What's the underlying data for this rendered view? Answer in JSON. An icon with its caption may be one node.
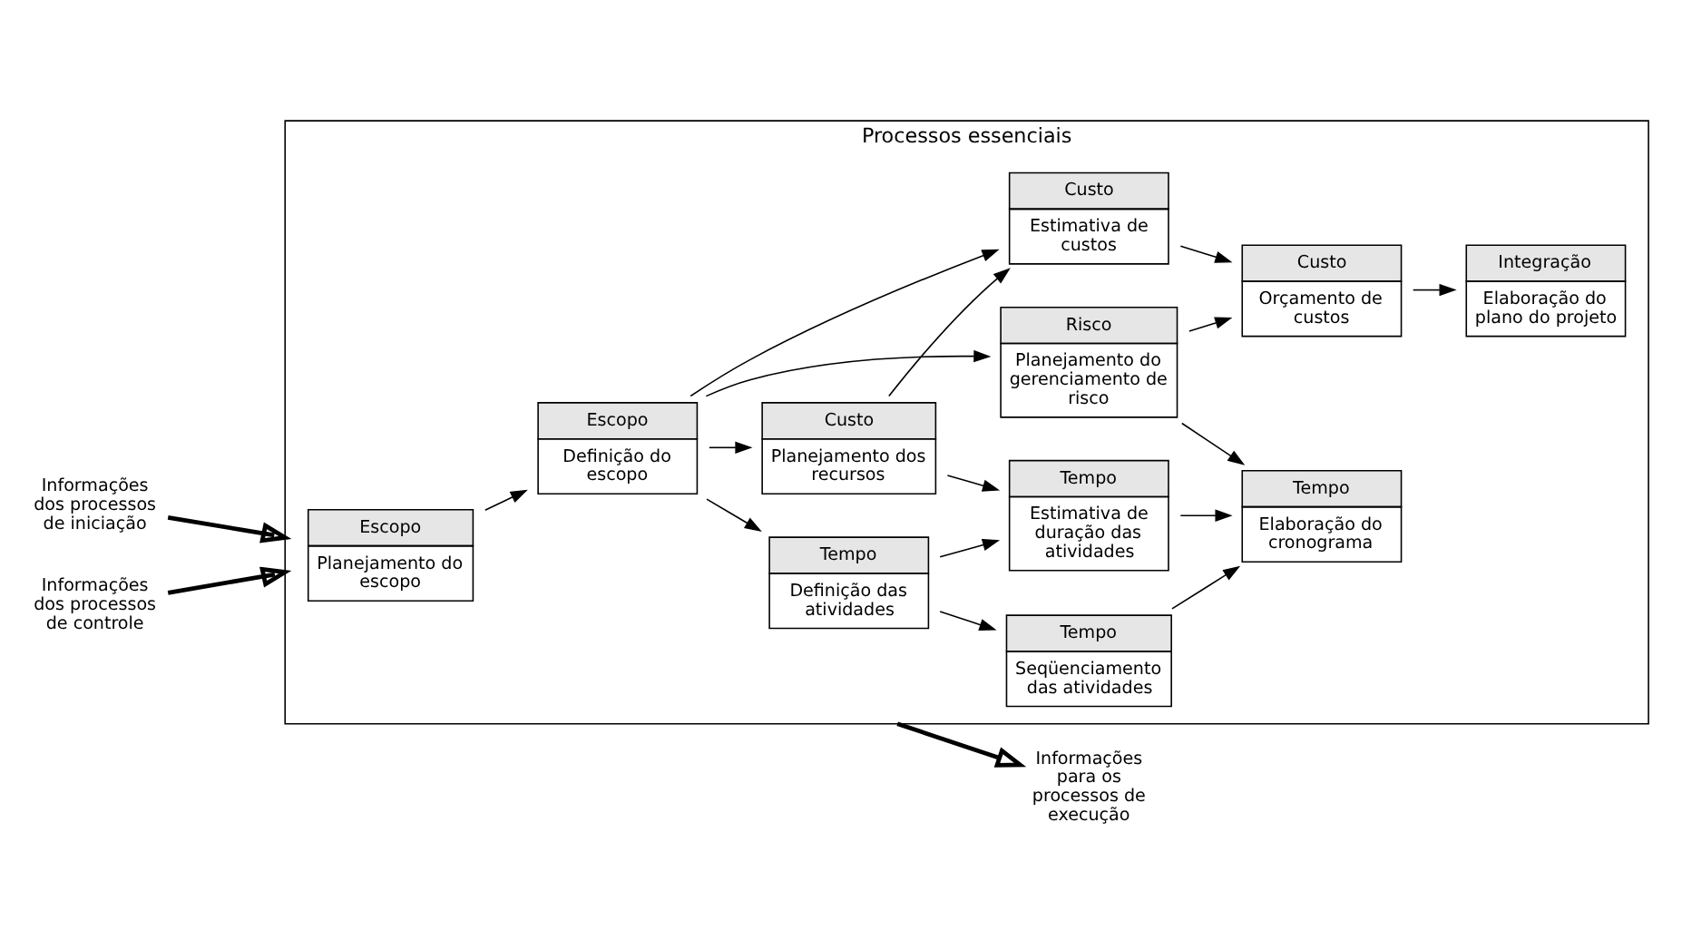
{
  "diagram": {
    "nodes": [
      {
        "text": [
          "Processos essenciais"
        ]
      },
      {
        "text": [
          "Escopo",
          "Planejamento do escopo"
        ],
        "in": 0
      },
      {
        "text": [
          "Tempo",
          "Definição das atividades"
        ],
        "in": 0
      },
      {
        "text": [
          "Tempo",
          "Seqüenciamento das atividades"
        ],
        "in": 0
      },
      {
        "text": [
          "Tempo",
          "Elaboração do cronograma"
        ],
        "in": 0
      },
      {
        "text": [
          "Escopo",
          "Definição do escopo"
        ],
        "in": 0
      },
      {
        "text": [
          "Tempo",
          "Estimativa de duração das atividades"
        ],
        "in": 0
      },
      {
        "text": [
          "Custo",
          "Orçamento de custos"
        ],
        "in": 0
      },
      {
        "text": [
          "Custo",
          "Planejamento dos recursos"
        ],
        "in": 0
      },
      {
        "text": [
          "Custo",
          "Estimativa de custos"
        ],
        "in": 0
      },
      {
        "text": [
          "Integração",
          "Elaboração do plano do projeto"
        ],
        "in": 0
      },
      {
        "text": [
          "Risco",
          "Planejamento do gerenciamento de risco"
        ],
        "in": 0
      },
      {
        "text": [
          "Informações dos processos de iniciação"
        ]
      },
      {
        "text": [
          "Informações dos processos de controle"
        ]
      },
      {
        "text": [
          "Informações para os processos de execução"
        ]
      }
    ],
    "edges": [
      {
        "from": 1,
        "to": 5,
        "arrow": "to"
      },
      {
        "from": 5,
        "to": 2,
        "arrow": "to"
      },
      {
        "from": 2,
        "to": 3,
        "arrow": "to"
      },
      {
        "from": 2,
        "to": 6,
        "arrow": "to"
      },
      {
        "from": 3,
        "to": 4,
        "arrow": "to"
      },
      {
        "from": 6,
        "to": 4,
        "arrow": "to"
      },
      {
        "from": 5,
        "to": 8,
        "arrow": "to"
      },
      {
        "from": 8,
        "to": 6,
        "arrow": "to"
      },
      {
        "from": 8,
        "to": 9,
        "arrow": "to"
      },
      {
        "from": 5,
        "to": 9,
        "arrow": "to"
      },
      {
        "from": 5,
        "to": 11,
        "arrow": "to"
      },
      {
        "from": 9,
        "to": 7,
        "arrow": "to"
      },
      {
        "from": 11,
        "to": 4,
        "arrow": "to"
      },
      {
        "from": 11,
        "to": 7,
        "arrow": "to"
      },
      {
        "from": 7,
        "to": 10,
        "arrow": "to"
      },
      {
        "from": 12,
        "to": 0,
        "arrow": "to",
        "style": "thick"
      },
      {
        "from": 13,
        "to": 0,
        "arrow": "to",
        "style": "thick"
      },
      {
        "from": 0,
        "to": 14,
        "arrow": "to",
        "style": "thick"
      }
    ]
  }
}
